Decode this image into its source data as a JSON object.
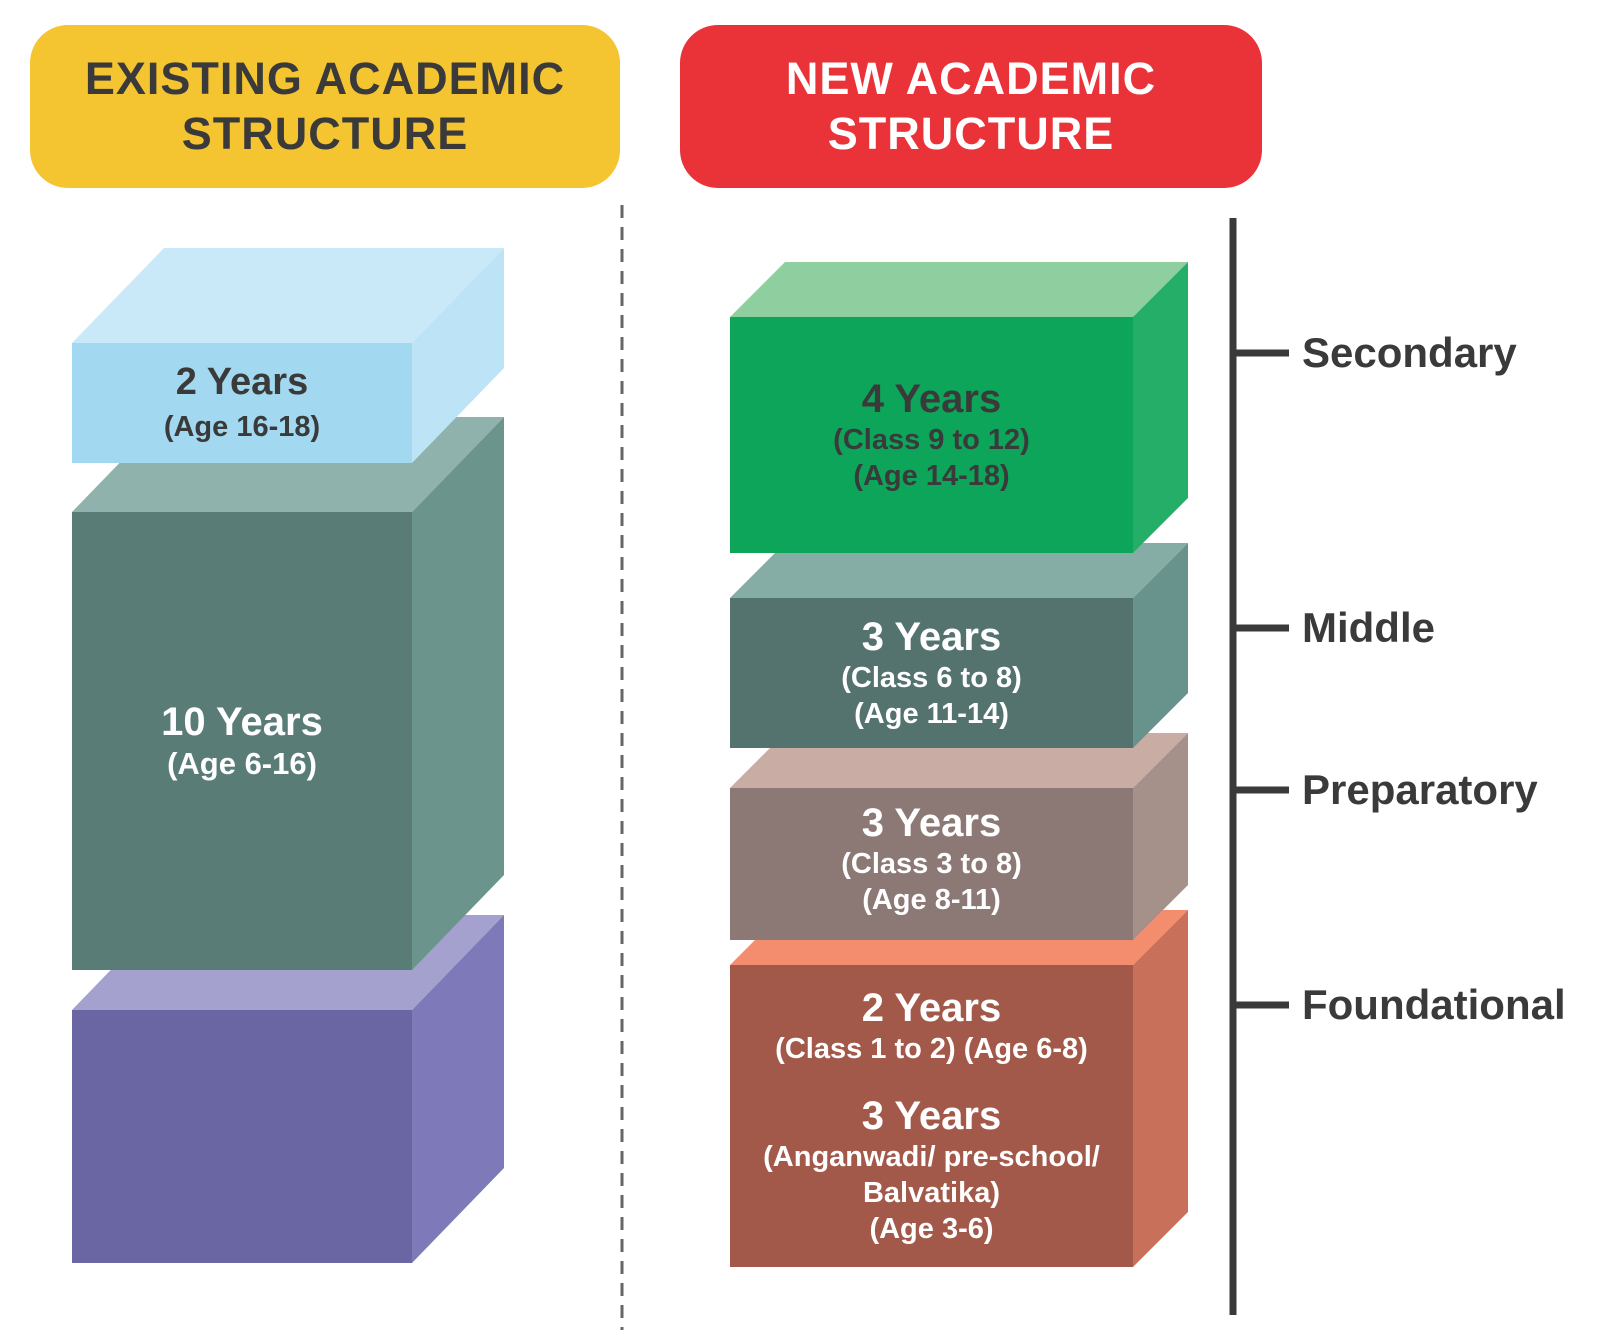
{
  "existing": {
    "header": "EXISTING ACADEMIC STRUCTURE",
    "boxes": [
      {
        "name": "senior-secondary",
        "years": "2 Years",
        "line1": "(Age 16-18)"
      },
      {
        "name": "elementary",
        "years": "10 Years",
        "line1": "(Age 6-16)"
      },
      {
        "name": "pre-primary-unlabeled"
      }
    ]
  },
  "new": {
    "header": "NEW ACADEMIC STRUCTURE",
    "boxes": [
      {
        "name": "secondary",
        "years": "4 Years",
        "line1": "(Class 9 to 12)",
        "line2": "(Age 14-18)"
      },
      {
        "name": "middle",
        "years": "3 Years",
        "line1": "(Class 6 to 8)",
        "line2": "(Age 11-14)"
      },
      {
        "name": "preparatory",
        "years": "3 Years",
        "line1": "(Class 3 to 8)",
        "line2": "(Age 8-11)"
      },
      {
        "name": "foundational",
        "years_a": "2 Years",
        "line_a": "(Class 1 to 2) (Age 6-8)",
        "years_b": "3 Years",
        "line_b1": "(Anganwadi/ pre-school/",
        "line_b2": "Balvatika)",
        "line_b3": "(Age 3-6)"
      }
    ]
  },
  "stages": [
    {
      "label": "Secondary"
    },
    {
      "label": "Middle"
    },
    {
      "label": "Preparatory"
    },
    {
      "label": "Foundational"
    }
  ],
  "colors": {
    "background": "#ffffff",
    "text_dark": "#3A3A3A",
    "text_light": "#ffffff",
    "header_yellow_bg": "#F5C431",
    "header_red_bg": "#EA3338",
    "axis": "#3A3A3A",
    "divider": "#666666",
    "existing_senior": {
      "front": "#A2D9F0",
      "top": "#CAE9F8",
      "right": "#BCE3F6"
    },
    "existing_elementary": {
      "front": "#5A7C77",
      "top": "#8FB3AC",
      "right": "#6B948D"
    },
    "existing_preprimary": {
      "front": "#6A66A4",
      "top": "#A5A1CF",
      "right": "#7E79B8"
    },
    "new_secondary": {
      "front": "#0CA55A",
      "top": "#8FCE9E",
      "right": "#25AE67"
    },
    "new_middle": {
      "front": "#54736F",
      "top": "#86ACA6",
      "right": "#68938D"
    },
    "new_preparatory": {
      "front": "#8C7975",
      "top": "#C9ACA3",
      "right": "#A5918A"
    },
    "new_foundational": {
      "front": "#A2594A",
      "top": "#F48C6E",
      "right": "#C8705A"
    }
  }
}
